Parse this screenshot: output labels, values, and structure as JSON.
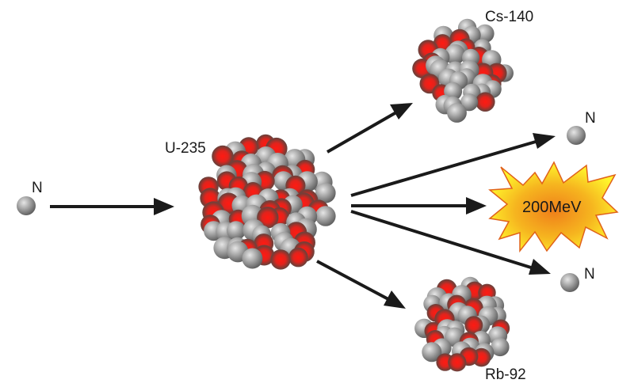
{
  "labels": {
    "incoming_neutron": "N",
    "uranium": "U-235",
    "cesium": "Cs-140",
    "rubidium": "Rb-92",
    "neutron_out_1": "N",
    "neutron_out_2": "N",
    "energy": "200MeV"
  },
  "colors": {
    "proton": "#e8231f",
    "neutron": "#9b9b9b",
    "arrow": "#1a1a1a",
    "burst_center": "#f08a1c",
    "burst_edge": "#fff22a",
    "burst_outline": "#e0621a"
  },
  "icons": {
    "neutron": "neutron-ball-icon",
    "nucleus": "nucleus-cluster-icon",
    "energy": "energy-burst-icon"
  }
}
